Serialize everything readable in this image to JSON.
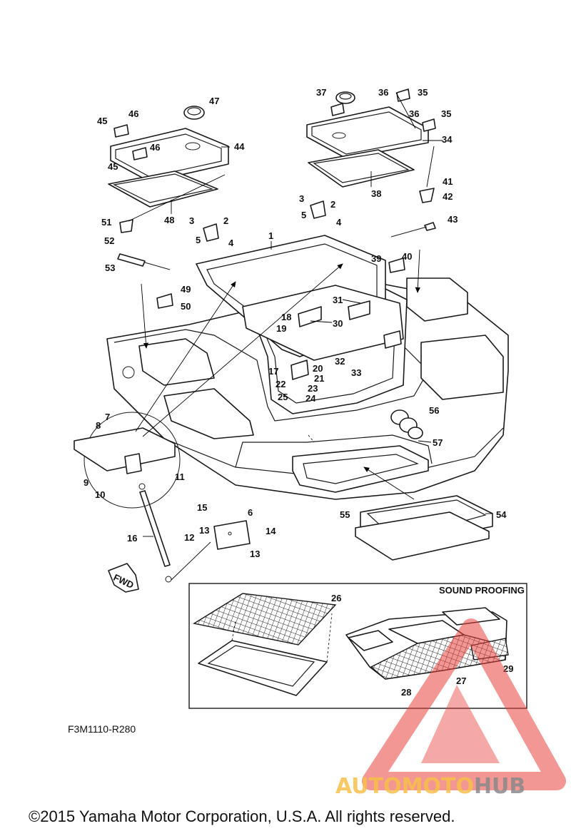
{
  "diagram": {
    "section_title": "SOUND PROOFING",
    "figure_code": "F3M1110-R280",
    "fwd_label": "FWD",
    "copyright": "©2015 Yamaha Motor Corporation, U.S.A. All rights reserved.",
    "watermark": {
      "part1": "AUTOMOTO",
      "part2": "HUB",
      "colors": {
        "triangle": "#e8413c",
        "text1": "#f7c04a",
        "text2": "#8a8a8a"
      }
    },
    "callouts": {
      "c1": "1",
      "c2a": "2",
      "c2b": "2",
      "c3a": "3",
      "c3b": "3",
      "c4a": "4",
      "c4b": "4",
      "c5a": "5",
      "c5b": "5",
      "c6": "6",
      "c7": "7",
      "c8": "8",
      "c9": "9",
      "c10": "10",
      "c11": "11",
      "c12": "12",
      "c13a": "13",
      "c13b": "13",
      "c14": "14",
      "c15": "15",
      "c16": "16",
      "c17": "17",
      "c18": "18",
      "c19": "19",
      "c20": "20",
      "c21": "21",
      "c22": "22",
      "c23": "23",
      "c24": "24",
      "c25": "25",
      "c26": "26",
      "c27": "27",
      "c28": "28",
      "c29": "29",
      "c30": "30",
      "c31": "31",
      "c32": "32",
      "c33": "33",
      "c34": "34",
      "c35a": "35",
      "c35b": "35",
      "c36a": "36",
      "c36b": "36",
      "c37": "37",
      "c38": "38",
      "c39": "39",
      "c40": "40",
      "c41": "41",
      "c42": "42",
      "c43": "43",
      "c44": "44",
      "c45a": "45",
      "c45b": "45",
      "c46a": "46",
      "c46b": "46",
      "c47": "47",
      "c48": "48",
      "c49": "49",
      "c50": "50",
      "c51": "51",
      "c52": "52",
      "c53": "53",
      "c54": "54",
      "c55": "55",
      "c56": "56",
      "c57": "57"
    }
  }
}
